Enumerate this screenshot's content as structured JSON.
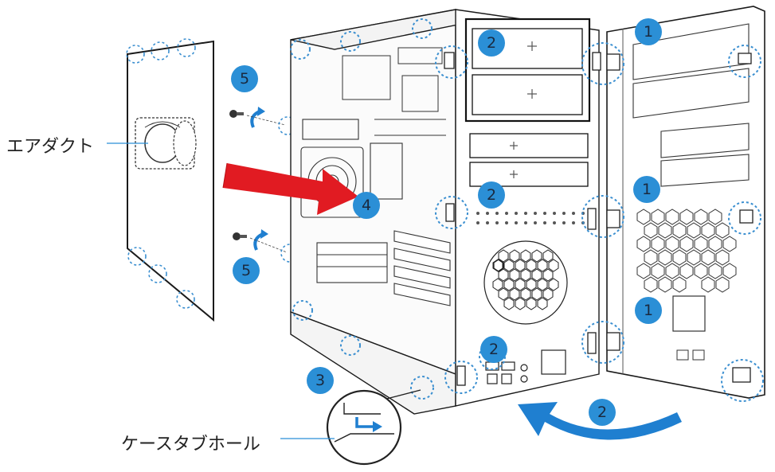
{
  "labels": {
    "air_duct": "エアダクト",
    "case_tab_hole": "ケースタブホール"
  },
  "steps": [
    {
      "id": "step1-top",
      "number": "1"
    },
    {
      "id": "step1-mid",
      "number": "1"
    },
    {
      "id": "step1-bottom",
      "number": "1"
    },
    {
      "id": "step2-drivebay-top",
      "number": "2"
    },
    {
      "id": "step2-drivebay-mid",
      "number": "2"
    },
    {
      "id": "step2-io",
      "number": "2"
    },
    {
      "id": "step2-arrow",
      "number": "2"
    },
    {
      "id": "step3",
      "number": "3"
    },
    {
      "id": "step4",
      "number": "4"
    },
    {
      "id": "step5-top",
      "number": "5"
    },
    {
      "id": "step5-bottom",
      "number": "5"
    }
  ],
  "colors": {
    "step_badge": "#2b8fd6",
    "dashed_circle": "#3b8fd0",
    "insert_arrow": "#e11b22",
    "rotate_arrow": "#1f7fd0",
    "line": "#222222"
  }
}
